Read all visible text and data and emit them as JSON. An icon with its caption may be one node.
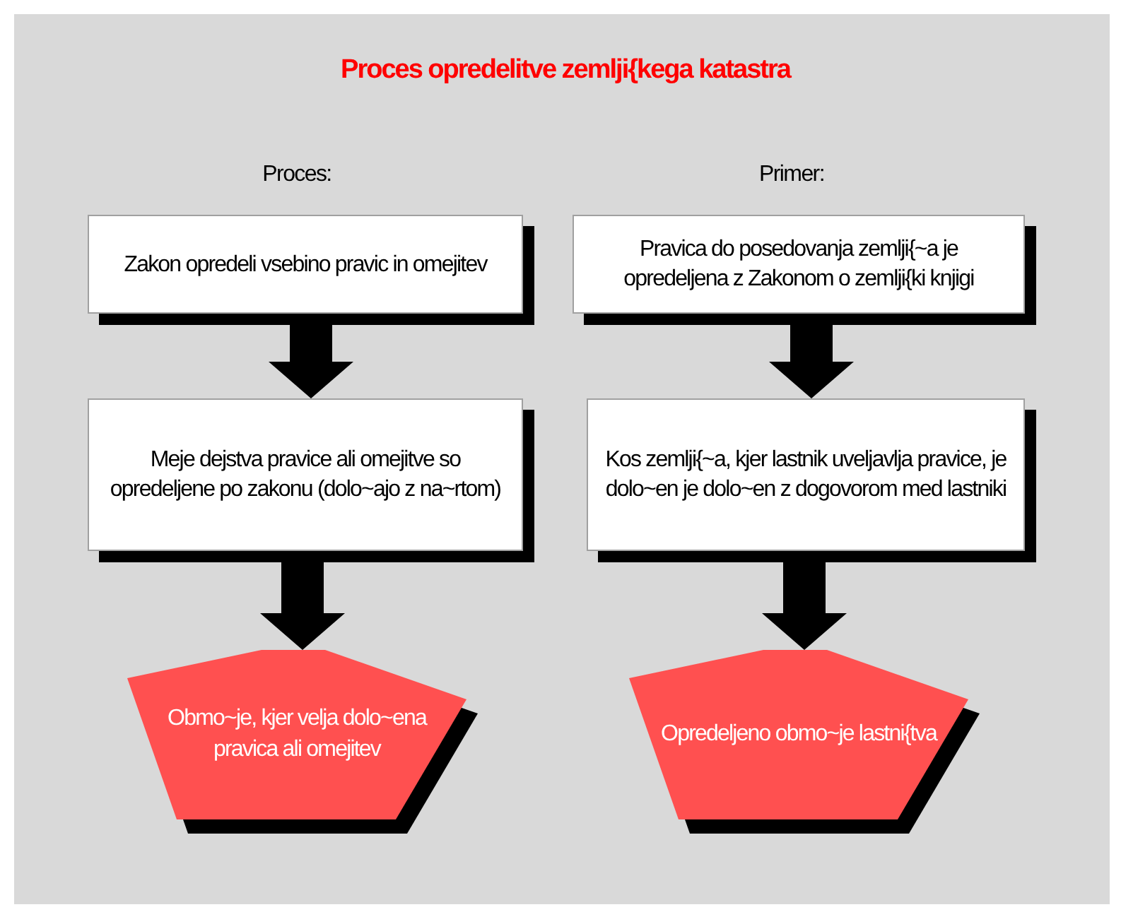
{
  "diagram": {
    "title": "Proces opredelitve zemlji{kega katastra",
    "nodes": [
      {
        "text": [
          "Zakon opredeli vsebino pravic in omejitev"
        ]
      },
      {
        "text": [
          "Meje dejstva pravice ali omejitve so opredeljene po zakonu (dolo~ajo z na~rtom)"
        ]
      },
      {
        "text": [
          "Obmo~je, kjer velja dolo~ena pravica ali omejitev"
        ]
      },
      {
        "text": [
          "Pravica do posedovanja zemlji{~a je opredeljena z Zakonom o zemlji{ki knjigi"
        ]
      },
      {
        "text": [
          "Kos zemlji{~a, kjer lastnik uveljavlja pravice, je dolo~en je dolo~en z dogovorom med lastniki"
        ]
      },
      {
        "text": [
          "Opredeljeno obmo~je lastni{tva"
        ]
      }
    ],
    "edges": [
      {
        "from": 0,
        "to": 1,
        "arrow": "to",
        "style": "thick"
      },
      {
        "from": 1,
        "to": 2,
        "arrow": "to",
        "style": "thick"
      },
      {
        "from": 3,
        "to": 4,
        "arrow": "to",
        "style": "thick"
      },
      {
        "from": 4,
        "to": 5,
        "arrow": "to",
        "style": "thick"
      }
    ],
    "labels": [
      "Proces:",
      "Primer:"
    ]
  }
}
